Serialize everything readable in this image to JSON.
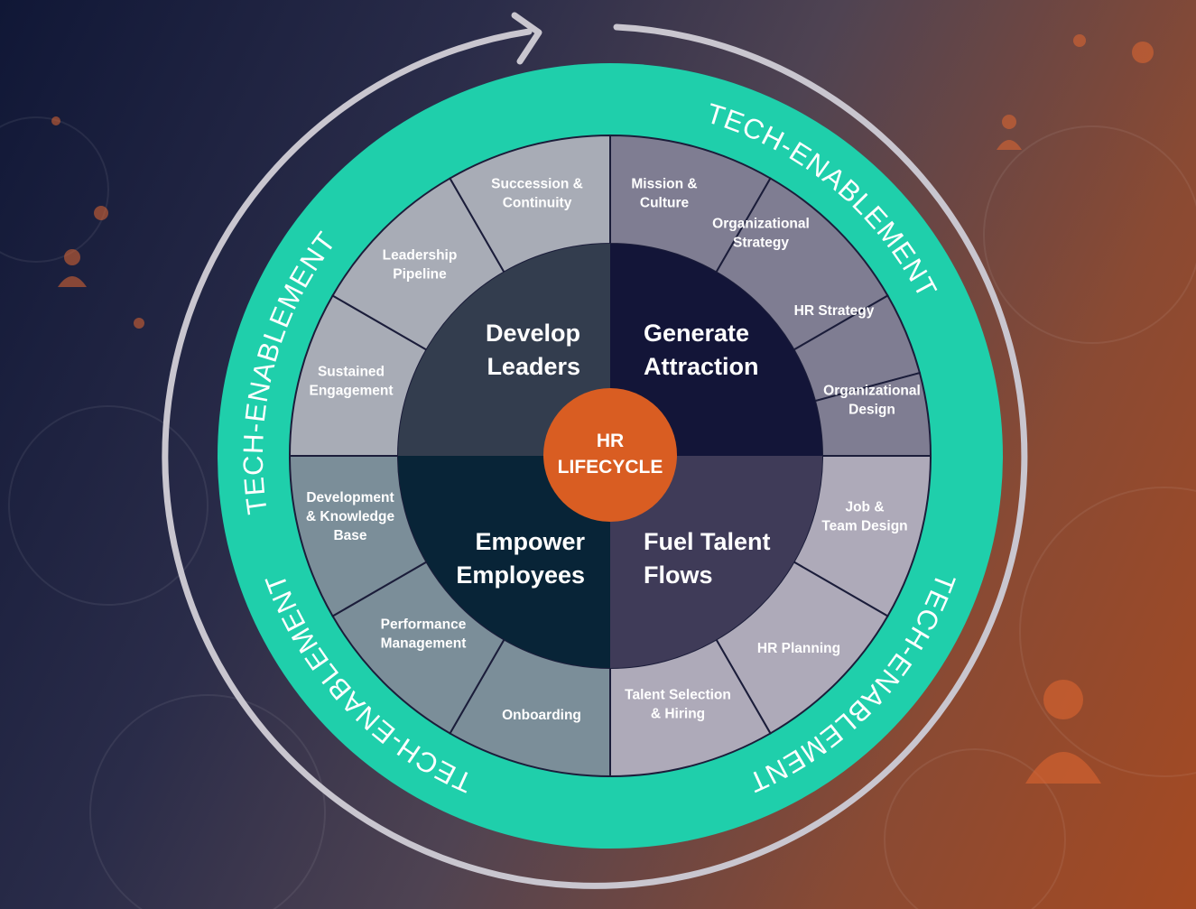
{
  "center": {
    "line1": "HR",
    "line2": "LIFECYCLE"
  },
  "ring_label": "TECH-ENABLEMENT",
  "quadrants": [
    {
      "key": "generate",
      "lines": [
        "Generate",
        "Attraction"
      ],
      "color": "#131538"
    },
    {
      "key": "fuel",
      "lines": [
        "Fuel Talent",
        "Flows"
      ],
      "color": "#3f3b58"
    },
    {
      "key": "empower",
      "lines": [
        "Empower",
        "Employees"
      ],
      "color": "#082437"
    },
    {
      "key": "develop",
      "lines": [
        "Develop",
        "Leaders"
      ],
      "color": "#333d4e"
    }
  ],
  "segments": [
    {
      "lines": [
        "Mission &",
        "Culture"
      ],
      "color": "#7f7d92"
    },
    {
      "lines": [
        "Organizational",
        "Strategy"
      ],
      "color": "#7f7d92"
    },
    {
      "lines": [
        "HR Strategy"
      ],
      "color": "#7f7d92"
    },
    {
      "lines": [
        "Organizational",
        "Design"
      ],
      "color": "#7f7d92"
    },
    {
      "lines": [
        "Job &",
        "Team Design"
      ],
      "color": "#aeaab9"
    },
    {
      "lines": [
        "HR Planning"
      ],
      "color": "#aeaab9"
    },
    {
      "lines": [
        "Talent Selection",
        "& Hiring"
      ],
      "color": "#aeaab9"
    },
    {
      "lines": [
        "Onboarding"
      ],
      "color": "#7b8e99"
    },
    {
      "lines": [
        "Performance",
        "Management"
      ],
      "color": "#7b8e99"
    },
    {
      "lines": [
        "Development",
        "& Knowledge",
        "Base"
      ],
      "color": "#7b8e99"
    },
    {
      "lines": [
        "Sustained",
        "Engagement"
      ],
      "color": "#a8acb6"
    },
    {
      "lines": [
        "Leadership",
        "Pipeline"
      ],
      "color": "#a8acb6"
    },
    {
      "lines": [
        "Succession &",
        "Continuity"
      ],
      "color": "#a8acb6"
    }
  ],
  "colors": {
    "ring": "#1fcfab",
    "center": "#d95d22",
    "arrow": "#c9c6cf",
    "divider": "#1b1d3a"
  }
}
